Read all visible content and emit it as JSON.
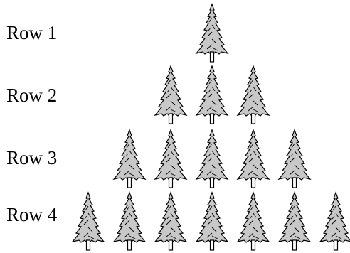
{
  "rows": [
    {
      "label": "Row 1",
      "tree_count": 1
    },
    {
      "label": "Row 2",
      "tree_count": 3
    },
    {
      "label": "Row 3",
      "tree_count": 5
    },
    {
      "label": "Row 4",
      "tree_count": 7
    }
  ],
  "colors": {
    "tree_fill": "#c8c8c8",
    "tree_outline": "#000000",
    "trunk_fill": "#ffffff",
    "text": "#000000",
    "background": "#ffffff"
  },
  "icon": "pine-tree-icon"
}
